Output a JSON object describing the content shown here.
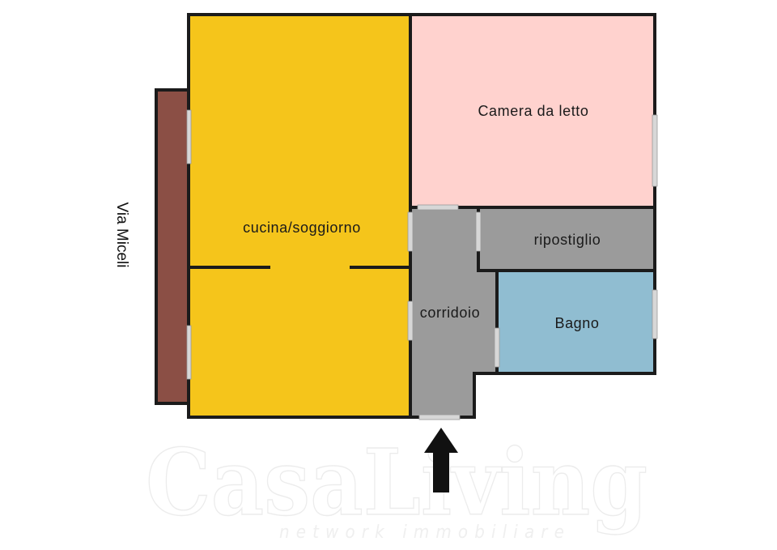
{
  "floor_plan": {
    "rooms": [
      {
        "key": "living",
        "label": "cucina/soggiorno",
        "color": "#F5C51B"
      },
      {
        "key": "bedroom",
        "label": "Camera da letto",
        "color": "#FFD2CE"
      },
      {
        "key": "storage",
        "label": "ripostiglio",
        "color": "#9B9B9B"
      },
      {
        "key": "corridor",
        "label": "corridoio",
        "color": "#9B9B9B"
      },
      {
        "key": "bathroom",
        "label": "Bagno",
        "color": "#90BDD1"
      }
    ],
    "balcony_color": "#8B4F45",
    "wall_color": "#1B1B1B",
    "street": "Via Miceli",
    "entrance_arrow": "up-arrow-icon"
  },
  "watermark": {
    "brand": "CasaLiving",
    "tagline": "network immobiliare"
  }
}
